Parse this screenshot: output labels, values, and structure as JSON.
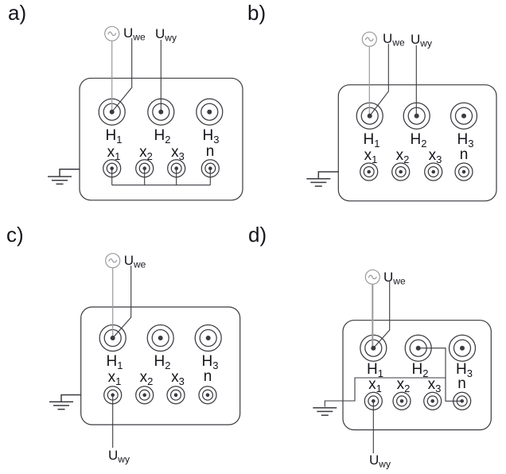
{
  "colors": {
    "line": "#3a3a40",
    "source_lead": "#9a9a9e",
    "text": "#15151d",
    "background": "#ffffff"
  },
  "panels": [
    {
      "letter": "a)",
      "source_label": {
        "base": "U",
        "sub": "we"
      },
      "output_label": {
        "base": "U",
        "sub": "wy"
      },
      "primary_terminals": [
        {
          "base": "H",
          "sub": "1"
        },
        {
          "base": "H",
          "sub": "2"
        },
        {
          "base": "H",
          "sub": "3"
        }
      ],
      "secondary_terminals": [
        {
          "base": "x",
          "sub": "1"
        },
        {
          "base": "x",
          "sub": "2"
        },
        {
          "base": "x",
          "sub": "3"
        },
        {
          "base": "n",
          "sub": ""
        }
      ],
      "connections": [
        "ac-source lead to H1 center",
        "Uwe tap wire to H1 center",
        "Uwy tap wire to H2 center",
        "bus strap linking x1, x2, x3 and n",
        "earth symbol tied to enclosure left wall"
      ]
    },
    {
      "letter": "b)",
      "source_label": {
        "base": "U",
        "sub": "we"
      },
      "output_label": {
        "base": "U",
        "sub": "wy"
      },
      "primary_terminals": [
        {
          "base": "H",
          "sub": "1"
        },
        {
          "base": "H",
          "sub": "2"
        },
        {
          "base": "H",
          "sub": "3"
        }
      ],
      "secondary_terminals": [
        {
          "base": "x",
          "sub": "1"
        },
        {
          "base": "x",
          "sub": "2"
        },
        {
          "base": "x",
          "sub": "3"
        },
        {
          "base": "n",
          "sub": ""
        }
      ],
      "connections": [
        "ac-source lead to H1 center",
        "Uwe tap wire to H1 center",
        "Uwy tap wire to H2 center",
        "earth symbol tied to enclosure left wall"
      ]
    },
    {
      "letter": "c)",
      "source_label": {
        "base": "U",
        "sub": "we"
      },
      "output_label": {
        "base": "U",
        "sub": "wy"
      },
      "primary_terminals": [
        {
          "base": "H",
          "sub": "1"
        },
        {
          "base": "H",
          "sub": "2"
        },
        {
          "base": "H",
          "sub": "3"
        }
      ],
      "secondary_terminals": [
        {
          "base": "x",
          "sub": "1"
        },
        {
          "base": "x",
          "sub": "2"
        },
        {
          "base": "x",
          "sub": "3"
        },
        {
          "base": "n",
          "sub": ""
        }
      ],
      "connections": [
        "ac-source lead to H1 center",
        "Uwe tap wire to H1 center",
        "Uwy output wire from x1 leaving enclosure bottom",
        "earth symbol tied to enclosure left wall"
      ]
    },
    {
      "letter": "d)",
      "source_label": {
        "base": "U",
        "sub": "we"
      },
      "output_label": {
        "base": "U",
        "sub": "wy"
      },
      "primary_terminals": [
        {
          "base": "H",
          "sub": "1"
        },
        {
          "base": "H",
          "sub": "2"
        },
        {
          "base": "H",
          "sub": "3"
        }
      ],
      "secondary_terminals": [
        {
          "base": "x",
          "sub": "1"
        },
        {
          "base": "x",
          "sub": "2"
        },
        {
          "base": "x",
          "sub": "3"
        },
        {
          "base": "n",
          "sub": ""
        }
      ],
      "connections": [
        "ac-source lead to H1 center",
        "Uwe tap wire to H1 center",
        "link wire from H2 center to n center",
        "earth wire entering enclosure and joining the H2-n link",
        "Uwy output wire from x1 leaving enclosure bottom"
      ]
    }
  ]
}
